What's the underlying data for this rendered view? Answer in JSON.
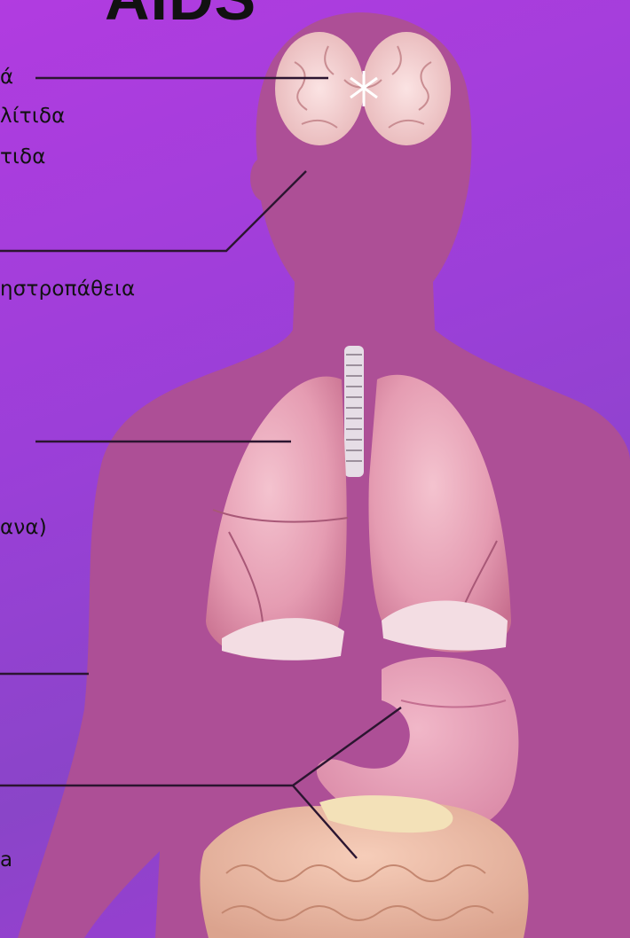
{
  "title": "AIDS",
  "labels": {
    "brain_1": "ά",
    "brain_2": "λίτιδα",
    "brain_3": "τιδα",
    "neck": "ηστροπάθεια",
    "lungs": "ανα)",
    "abdomen": "a"
  },
  "colors": {
    "background": "#a33ddc",
    "body": "#ad4f96",
    "organ_pink": "#e9a3b6",
    "leader_line": "#2b1530"
  },
  "icons": [
    "brain-icon",
    "trachea-icon",
    "lungs-icon",
    "stomach-icon",
    "intestines-icon"
  ]
}
